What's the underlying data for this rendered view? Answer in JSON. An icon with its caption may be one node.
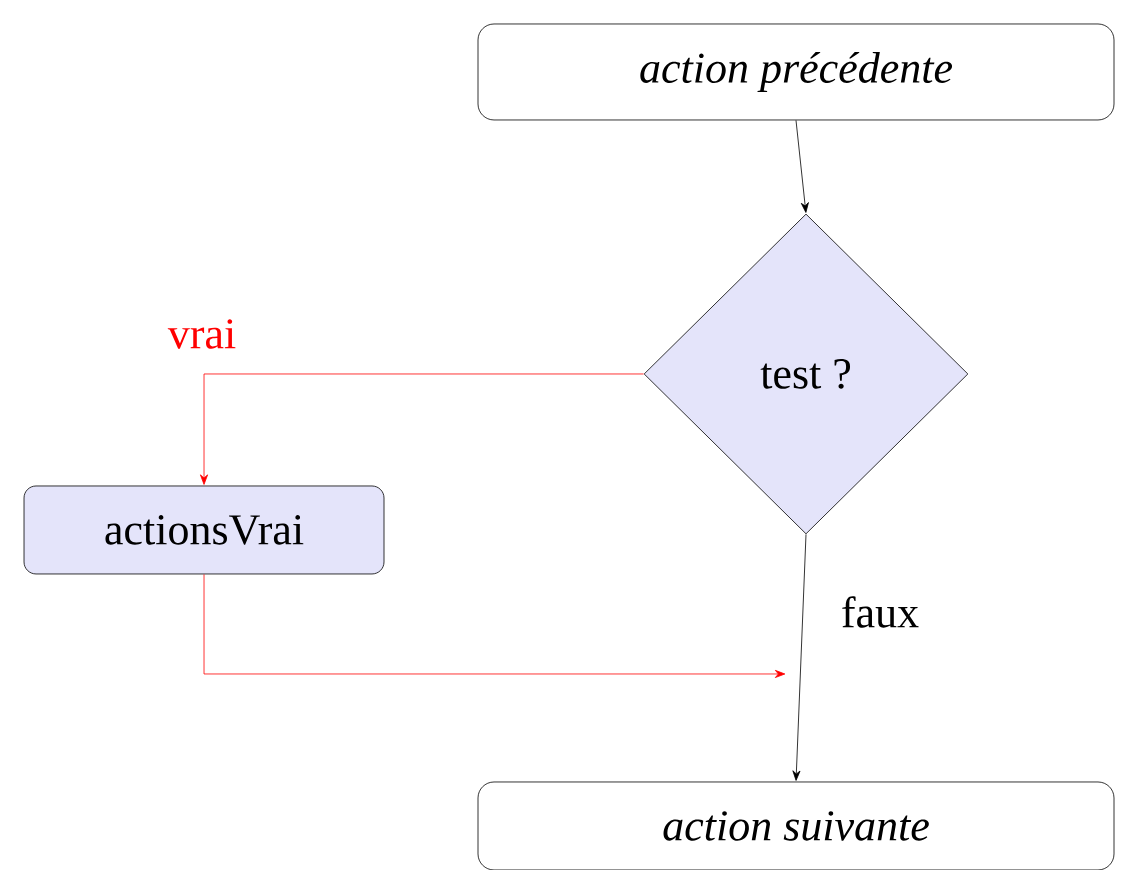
{
  "diagram": {
    "nodes": [
      {
        "text": [
          "action précédente"
        ]
      },
      {
        "text": [
          "test ?"
        ]
      },
      {
        "text": [
          "actionsVrai"
        ]
      },
      {
        "text": [
          "action suivante"
        ]
      }
    ],
    "edges": [
      {
        "from": 0,
        "to": 1,
        "arrow": "to"
      },
      {
        "from": 1,
        "to": 2,
        "arrow": "to",
        "label": "vrai",
        "color": "#ff0000"
      },
      {
        "from": 2,
        "to": null,
        "arrow": "to",
        "color": "#ff0000"
      },
      {
        "from": 1,
        "to": 3,
        "arrow": "to",
        "label": "faux"
      }
    ]
  }
}
